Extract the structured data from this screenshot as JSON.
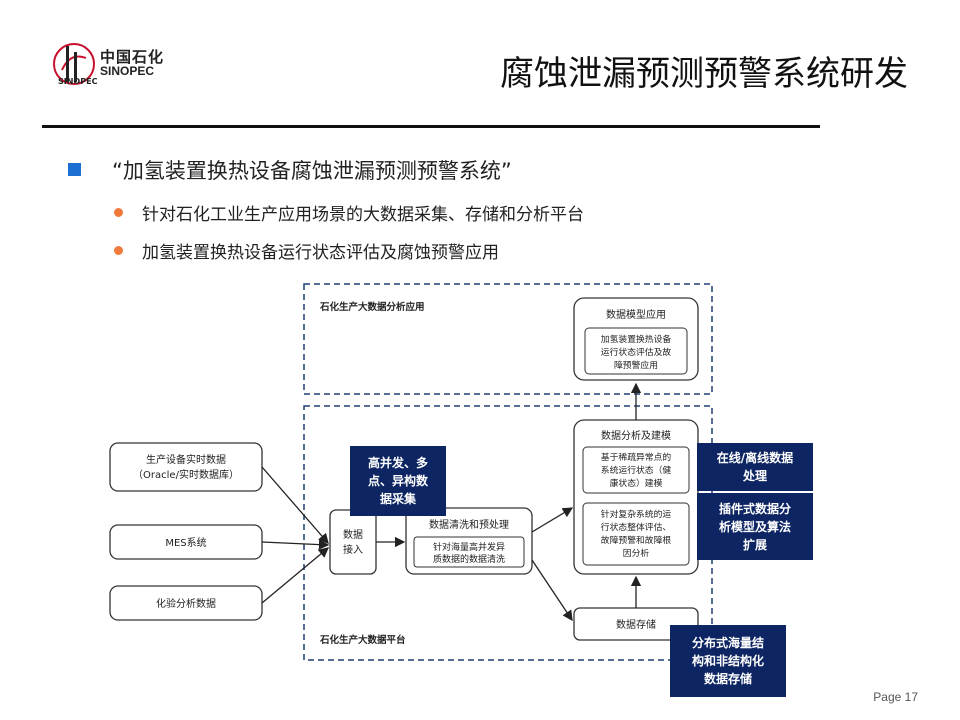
{
  "header": {
    "logo_cn": "中国石化",
    "logo_en": "SINOPEC",
    "title": "腐蚀泄漏预测预警系统研发"
  },
  "content": {
    "main_bullet": "“加氢装置换热设备腐蚀泄漏预测预警系统”",
    "sub_bullets": [
      "针对石化工业生产应用场景的大数据采集、存储和分析平台",
      "加氢装置换热设备运行状态评估及腐蚀预警应用"
    ]
  },
  "diagram": {
    "region_app_label": "石化生产大数据分析应用",
    "region_platform_label": "石化生产大数据平台",
    "sources": [
      {
        "line1": "生产设备实时数据",
        "line2": "（Oracle/实时数据库）"
      },
      {
        "line1": "MES系统",
        "line2": ""
      },
      {
        "line1": "化验分析数据",
        "line2": ""
      }
    ],
    "ingest": {
      "line1": "数据",
      "line2": "接入"
    },
    "clean": {
      "title": "数据清洗和预处理",
      "inner_line1": "针对海量高并发异",
      "inner_line2": "质数据的数据清洗"
    },
    "analysis": {
      "title": "数据分析及建模",
      "box1": [
        "基于稀疏异常点的",
        "系统运行状态（健",
        "康状态）建模"
      ],
      "box2": [
        "针对复杂系统的运",
        "行状态整体评估、",
        "故障预警和故障根",
        "因分析"
      ]
    },
    "storage": {
      "label": "数据存储"
    },
    "model_app": {
      "title": "数据模型应用",
      "inner": [
        "加氢装置换热设备",
        "运行状态评估及故",
        "障预警应用"
      ]
    }
  },
  "callouts": {
    "collect": "高并发、多\n点、异构数\n据采集",
    "online": "在线/离线数据\n处理",
    "plugin": "插件式数据分\n析模型及算法\n扩展",
    "storage": "分布式海量结\n构和非结构化\n数据存储"
  },
  "footer": {
    "page": "Page 17"
  },
  "colors": {
    "accent": "#1d6fd1",
    "bullet_dot": "#f0793c",
    "callout_bg": "#0e2563",
    "logo_red": "#c8102e"
  }
}
